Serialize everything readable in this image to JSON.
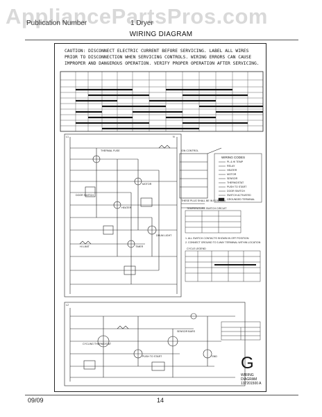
{
  "watermark": "AppliancePartsPros.com",
  "header": {
    "left": "Publication Number",
    "right": "1 Dryer"
  },
  "page_title": "WIRING DIAGRAM",
  "caution_text": "CAUTION: DISCONNECT ELECTRIC CURRENT BEFORE SERVICING. LABEL ALL WIRES PRIOR TO DISCONNECTION WHEN SERVICING CONTROLS. WIRING ERRORS CAN CAUSE IMPROPER AND DANGEROUS OPERATION. VERIFY PROPER OPERATION AFTER SERVICING.",
  "diagram": {
    "big_letter": "G",
    "label_line1": "WIRING DIAGRAM",
    "label_line2": "137201500 A",
    "legend_title": "WIRING CODES",
    "legend_items": [
      "PL & HI TEMP",
      "RELAY",
      "HEATER",
      "MOTOR",
      "SENSOR",
      "THERMOSTAT",
      "PUSH TO START",
      "DOOR SWITCH",
      "SWITCH ACTIVATED",
      "GROUNDED TERMINAL"
    ],
    "labels": {
      "l1": "L1",
      "l2": "L2",
      "n": "N",
      "thermal_fuse": "THERMAL FUSE",
      "motor": "MOTOR",
      "heater": "HEATER",
      "drum_light": "DRUM LIGHT",
      "door_switch": "DOOR SWITCH",
      "timer": "TIMER",
      "hi_limit": "HI LIMIT",
      "cycling_thermostat": "CYCLING THERMOSTAT",
      "push_to_start": "PUSH TO START",
      "cycle_chart": "CYCLE LEGEND",
      "temp_switch": "TEMPERATURE SWITCH CIRCUIT",
      "sensor": "SENSOR BARS",
      "ground": "GND",
      "ion_control": "ION CONTROL",
      "board_note": "THESE PLUG SHALL BE IN POSITION",
      "note1": "1. ALL SWITCH CONTACTS SHOWN IN OFF POSITION",
      "note2": "2. CONNECT GROUND TO 3-WAY TERMINAL WITHIN LOCATION"
    }
  },
  "footer": {
    "date": "09/09",
    "page": "14"
  }
}
